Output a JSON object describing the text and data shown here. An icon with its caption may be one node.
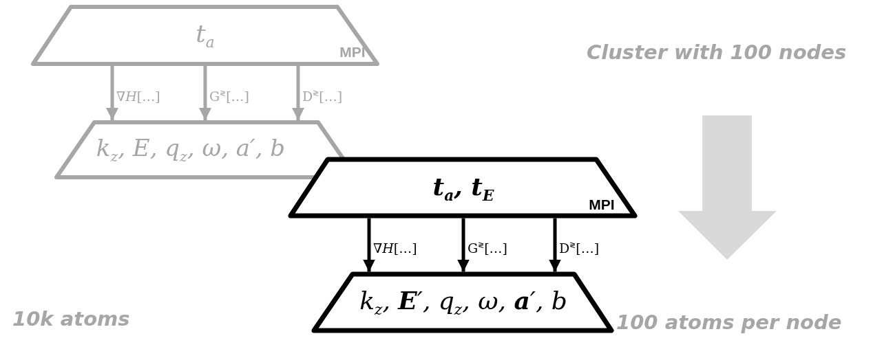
{
  "diagram": {
    "nodes": [
      {
        "text": [
          "t$_{a}$",
          "MPI"
        ]
      },
      {
        "text": [
          "k$_{z}$, E, q$_{z}$, ω, a′, b"
        ]
      },
      {
        "text": [
          "t$_{a}$, t$_{E}$",
          "MPI"
        ]
      },
      {
        "text": [
          "k$_{z}$, **E**′, q$_{z}$, ω, **a**′, b"
        ]
      }
    ],
    "edges": [
      {
        "from": 0,
        "to": 1,
        "arrow": "to",
        "label": "∇*H*[…]",
        "color": "#a6a6a6"
      },
      {
        "from": 0,
        "to": 1,
        "arrow": "to",
        "label": "G$^{≷}$[…]",
        "color": "#a6a6a6"
      },
      {
        "from": 0,
        "to": 1,
        "arrow": "to",
        "label": "D$^{≷}$[…]",
        "color": "#a6a6a6"
      },
      {
        "from": 2,
        "to": 3,
        "arrow": "to",
        "label": "∇*H*[…]",
        "color": "#000000"
      },
      {
        "from": 2,
        "to": 3,
        "arrow": "to",
        "label": "G$^{≷}$[…]",
        "color": "#000000"
      },
      {
        "from": 2,
        "to": 3,
        "arrow": "to",
        "label": "D$^{≷}$[…]",
        "color": "#000000"
      }
    ],
    "labels": [
      "Cluster with 100 nodes",
      "10k atoms",
      "100 atoms per node"
    ]
  }
}
